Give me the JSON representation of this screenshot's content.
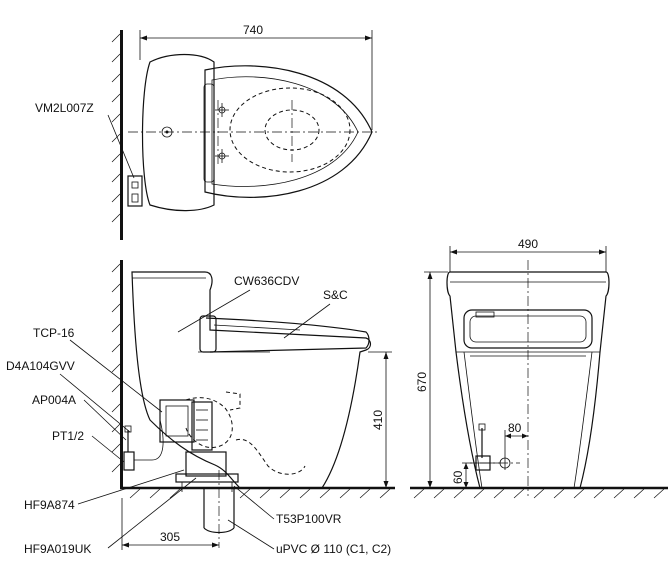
{
  "top_view": {
    "dim_width": "740",
    "label_valve": "VM2L007Z"
  },
  "side_view": {
    "label_seat": "CW636CDV",
    "label_sc": "S&C",
    "label_tcp": "TCP-16",
    "label_d4a": "D4A104GVV",
    "label_ap": "AP004A",
    "label_pt": "PT1/2",
    "label_hf874": "HF9A874",
    "label_hf019": "HF9A019UK",
    "label_t53": "T53P100VR",
    "label_upvc": "uPVC Ø 110 (C1, C2)",
    "dim_305": "305",
    "dim_410": "410"
  },
  "front_view": {
    "dim_width": "490",
    "dim_height": "670",
    "dim_80": "80",
    "dim_60": "60"
  }
}
